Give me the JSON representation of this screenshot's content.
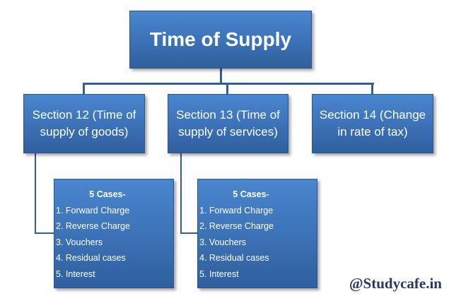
{
  "title": "Time of Supply",
  "sections": [
    {
      "label": "Section 12 (Time of supply of goods)"
    },
    {
      "label": "Section 13 (Time of supply of services)"
    },
    {
      "label": "Section 14 (Change in rate of tax)"
    }
  ],
  "cases": [
    {
      "heading": "5 Cases-",
      "items": [
        "1. Forward Charge",
        "2. Reverse Charge",
        "3. Vouchers",
        "4. Residual cases",
        "5. Interest"
      ]
    },
    {
      "heading": "5 Cases-",
      "items": [
        "1. Forward Charge",
        "2. Reverse Charge",
        "3. Vouchers",
        "4. Residual cases",
        "5. Interest"
      ]
    }
  ],
  "watermark": "@Studycafe.in"
}
